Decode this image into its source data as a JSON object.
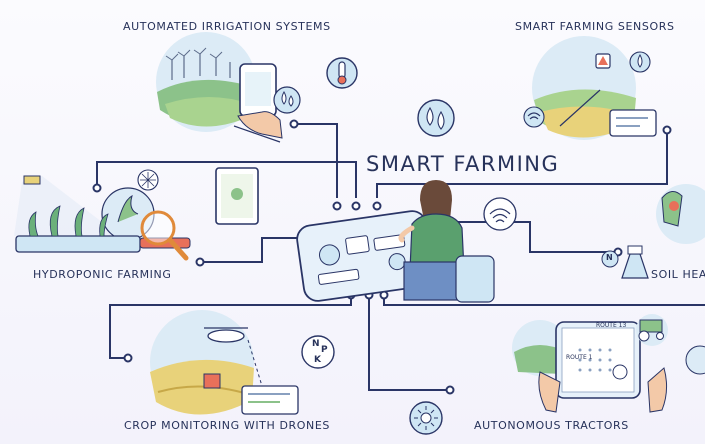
{
  "title": "SMART FARMING",
  "sections": {
    "irrigation": "AUTOMATED IRRIGATION SYSTEMS",
    "sensors": "SMART FARMING SENSORS",
    "hydroponic": "HYDROPONIC FARMING",
    "soil": "SOIL HEAL",
    "drones": "CROP MONITORING WITH DRONES",
    "tractors": "AUTONOMOUS TRACTORS"
  },
  "badges": {
    "npk_n": "N",
    "npk_p": "P",
    "npk_k": "K"
  },
  "tablet_routes": {
    "route_13": "ROUTE 13",
    "route_1": "ROUTE 1"
  },
  "colors": {
    "line": "#2a3566",
    "accent_blue": "#cfe6f4",
    "field_green": "#8cc28a",
    "field_yellow": "#e8d27a",
    "shirt": "#5aa06e"
  }
}
